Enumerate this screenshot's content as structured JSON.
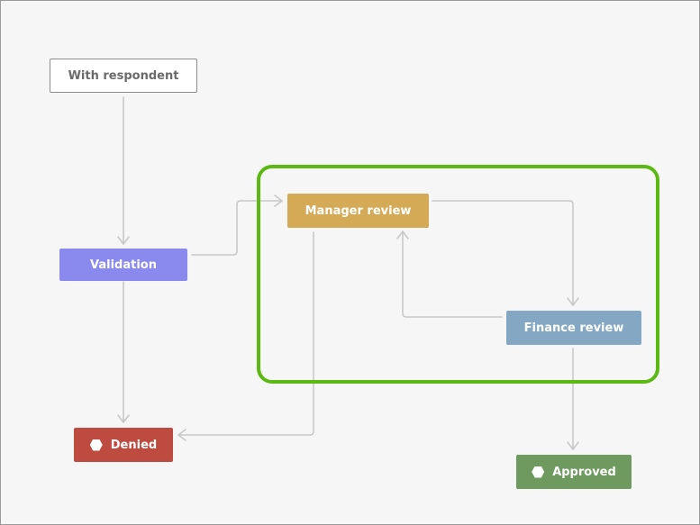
{
  "workflow": {
    "nodes": {
      "with_respondent": {
        "label": "With respondent"
      },
      "validation": {
        "label": "Validation",
        "color": "#8a8aee"
      },
      "manager_review": {
        "label": "Manager review",
        "color": "#d4aa56"
      },
      "finance_review": {
        "label": "Finance review",
        "color": "#84a8c4"
      },
      "denied": {
        "label": "Denied",
        "color": "#bd4b3f",
        "icon": "hexagon-icon"
      },
      "approved": {
        "label": "Approved",
        "color": "#6f9a5f",
        "icon": "hexagon-icon"
      }
    },
    "colors": {
      "connector": "#c8c8c8",
      "highlight": "#5cb914"
    }
  }
}
